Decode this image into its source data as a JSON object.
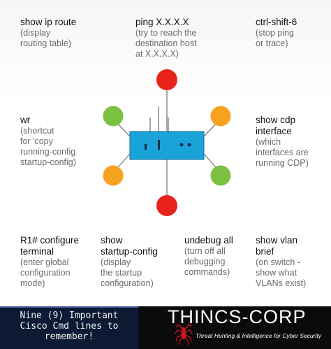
{
  "commands": {
    "show_ip_route": {
      "cmd": "show ip route",
      "desc": "(display\nrouting table)"
    },
    "ping": {
      "cmd": "ping X.X.X.X",
      "desc": "(try to reach the\ndestination host\nat X.X.X.X)"
    },
    "ctrl_shift_6": {
      "cmd": "ctrl-shift-6",
      "desc": "(stop ping\nor trace)"
    },
    "wr": {
      "cmd": "wr",
      "desc": "(shortcut\nfor 'copy\nrunning-config\nstartup-config)"
    },
    "show_cdp": {
      "cmd": "show cdp\ninterface",
      "desc": "(which\ninterfaces are\nrunning CDP)"
    },
    "configure_terminal": {
      "cmd": "R1# configure\nterminal",
      "desc": "(enter global\nconfiguration\nmode)"
    },
    "show_startup": {
      "cmd": "show\nstartup-config",
      "desc": "(display\nthe startup\nconfiguration)"
    },
    "undebug_all": {
      "cmd": "undebug all",
      "desc": "(turn off all\ndebugging\ncommands)"
    },
    "show_vlan": {
      "cmd": "show vlan\nbrief",
      "desc": "(on switch -\nshow what\nVLANs exist)"
    }
  },
  "colors": {
    "red": "#e8231c",
    "green": "#7cc242",
    "orange": "#f6a21e",
    "router": "#1aa3d9",
    "line": "#7a7a7a"
  },
  "banner": {
    "caption": "Nine (9) Important\nCisco Cmd lines to\nremember!",
    "brand": "THINCS-CORP",
    "tagline": "Threat Hunting & Intelligence for Cyber Security"
  }
}
